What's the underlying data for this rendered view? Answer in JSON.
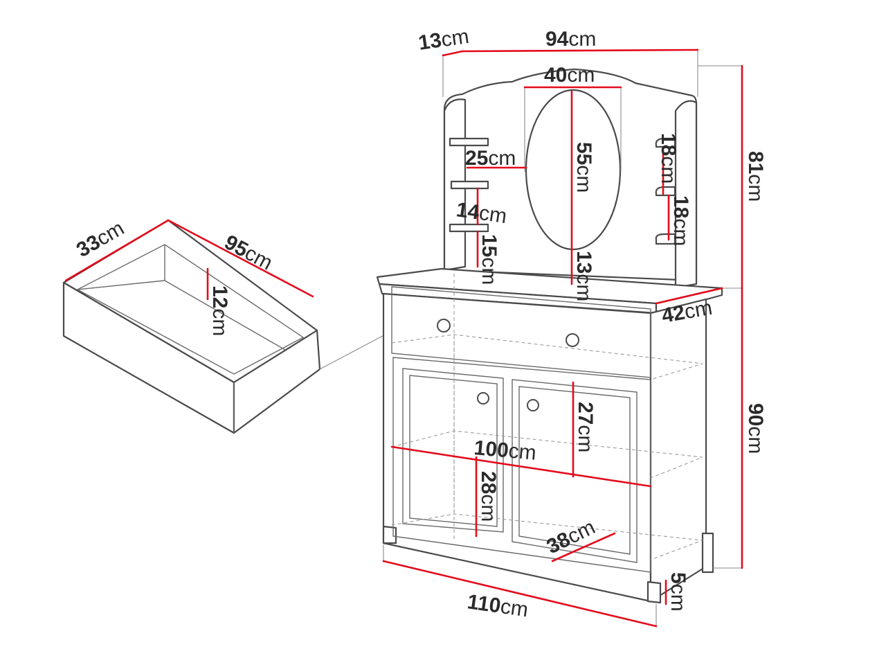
{
  "dimensions": {
    "drawer_depth": {
      "value": "33",
      "unit": "cm"
    },
    "drawer_width": {
      "value": "95",
      "unit": "cm"
    },
    "drawer_height": {
      "value": "12",
      "unit": "cm"
    },
    "top_depth": {
      "value": "13",
      "unit": "cm"
    },
    "top_width": {
      "value": "94",
      "unit": "cm"
    },
    "mirror_width": {
      "value": "40",
      "unit": "cm"
    },
    "mirror_height": {
      "value": "55",
      "unit": "cm"
    },
    "shelf_width": {
      "value": "25",
      "unit": "cm"
    },
    "shelf_gap_upper": {
      "value": "14",
      "unit": "cm"
    },
    "shelf_gap_lower": {
      "value": "15",
      "unit": "cm"
    },
    "mirror_bottom_gap": {
      "value": "13",
      "unit": "cm"
    },
    "right_shelf_gap_upper": {
      "value": "18",
      "unit": "cm"
    },
    "right_shelf_gap_lower": {
      "value": "18",
      "unit": "cm"
    },
    "top_height": {
      "value": "81",
      "unit": "cm"
    },
    "cabinet_depth": {
      "value": "42",
      "unit": "cm"
    },
    "cabinet_height": {
      "value": "90",
      "unit": "cm"
    },
    "inner_shelf_height": {
      "value": "27",
      "unit": "cm"
    },
    "inner_width": {
      "value": "100",
      "unit": "cm"
    },
    "lower_shelf_height": {
      "value": "28",
      "unit": "cm"
    },
    "inner_depth": {
      "value": "38",
      "unit": "cm"
    },
    "cabinet_width": {
      "value": "110",
      "unit": "cm"
    },
    "leg_height": {
      "value": "5",
      "unit": "cm"
    }
  },
  "colors": {
    "dimension_line": "#e30b1c",
    "outline": "#4a4a4a",
    "text": "#2b2b2b"
  }
}
